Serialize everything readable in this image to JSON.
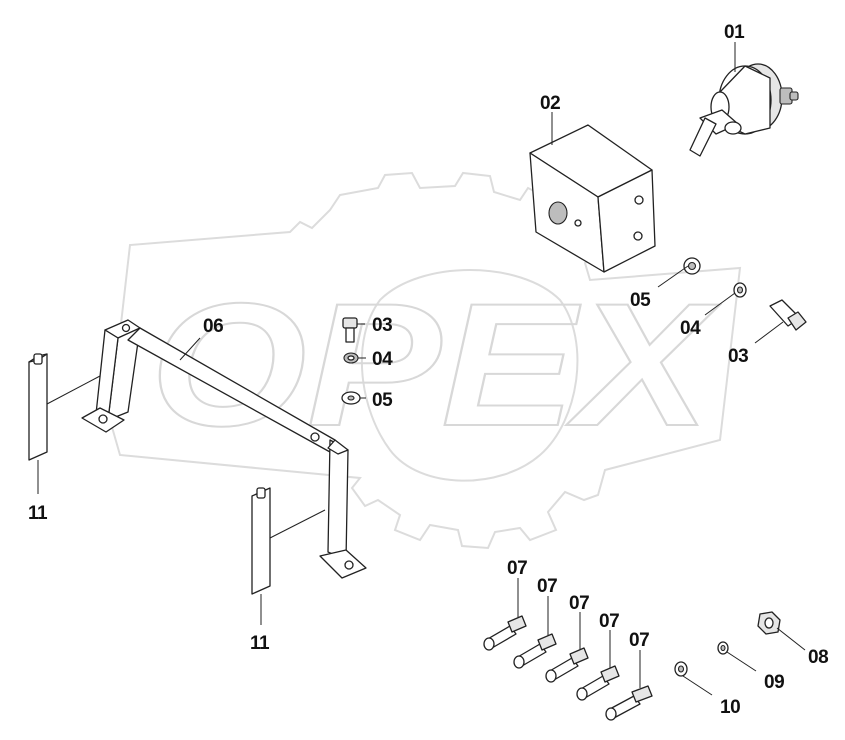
{
  "watermark": {
    "text": "OPEX"
  },
  "labels": {
    "p01": "01",
    "p02": "02",
    "p03": "03",
    "p04": "04",
    "p05": "05",
    "p06": "06",
    "p07": "07",
    "p08": "08",
    "p09": "09",
    "p10": "10",
    "p11": "11"
  }
}
